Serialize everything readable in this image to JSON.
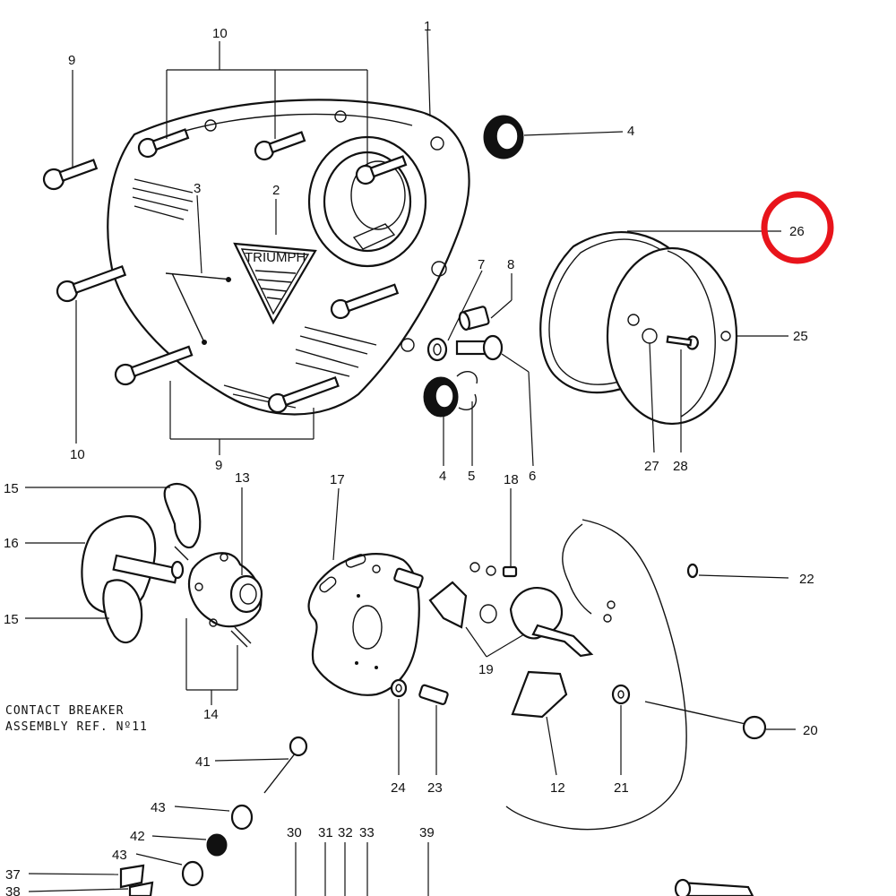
{
  "labels": {
    "l1": "1",
    "l2": "2",
    "l3": "3",
    "l4a": "4",
    "l4b": "4",
    "l5": "5",
    "l6": "6",
    "l7": "7",
    "l8": "8",
    "l9a": "9",
    "l9b": "9",
    "l10a": "10",
    "l10b": "10",
    "l12": "12",
    "l13": "13",
    "l14": "14",
    "l15a": "15",
    "l15b": "15",
    "l16": "16",
    "l17": "17",
    "l18": "18",
    "l19": "19",
    "l20": "20",
    "l21": "21",
    "l22": "22",
    "l23": "23",
    "l24": "24",
    "l25": "25",
    "l26": "26",
    "l27": "27",
    "l28": "28",
    "l30": "30",
    "l31": "31",
    "l32": "32",
    "l33": "33",
    "l37": "37",
    "l38": "38",
    "l39": "39",
    "l41": "41",
    "l42": "42",
    "l43a": "43",
    "l43b": "43"
  },
  "caption": {
    "line1": "CONTACT BREAKER",
    "line2": "ASSEMBLY REF. Nº11"
  },
  "badge": {
    "brand": "TRIUMPH"
  },
  "highlight": {
    "part": "26",
    "color": "#e8141b"
  }
}
